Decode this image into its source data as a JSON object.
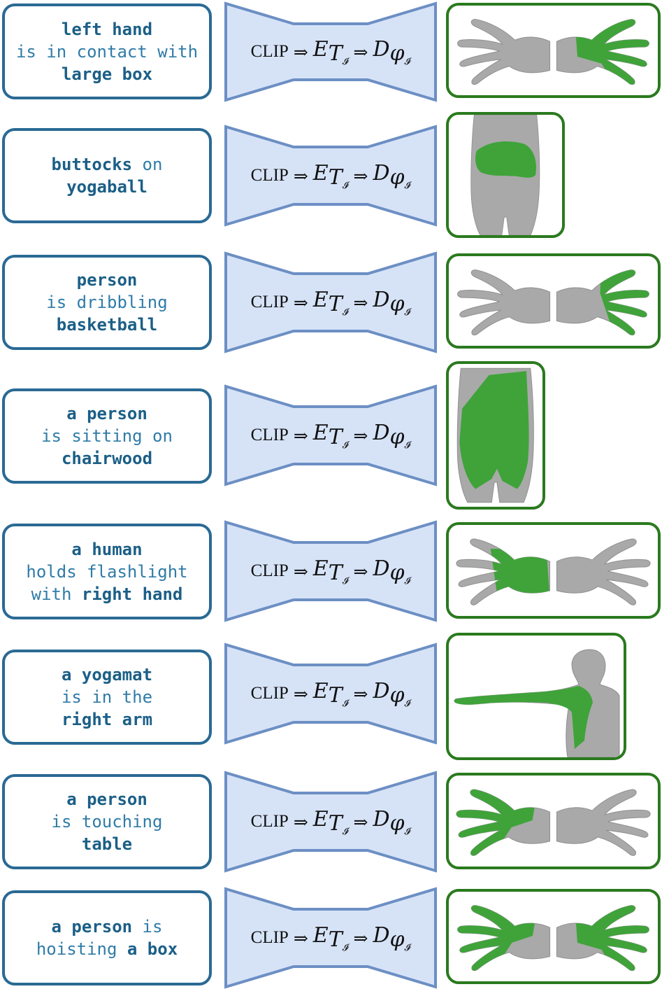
{
  "formula": {
    "clip": "CLIP",
    "arrow": "⇒",
    "encoder": "E",
    "encoder_sub": "T",
    "encoder_subsub": "𝓘",
    "decoder": "D",
    "decoder_sub": "φ",
    "decoder_subsub": "𝓘"
  },
  "rows": [
    {
      "lines": [
        [
          {
            "t": "left hand",
            "b": true
          }
        ],
        [
          {
            "t": "is in contact with",
            "b": false
          }
        ],
        [
          {
            "t": "large box",
            "b": true
          }
        ]
      ],
      "result": "hands"
    },
    {
      "lines": [
        [
          {
            "t": "buttocks",
            "b": true
          },
          {
            "t": " on",
            "b": false
          }
        ],
        [
          {
            "t": "yogaball",
            "b": true
          }
        ]
      ],
      "result": "back"
    },
    {
      "lines": [
        [
          {
            "t": "person",
            "b": true
          }
        ],
        [
          {
            "t": "is dribbling",
            "b": false
          }
        ],
        [
          {
            "t": "basketball",
            "b": true
          }
        ]
      ],
      "result": "hands"
    },
    {
      "lines": [
        [
          {
            "t": "a person",
            "b": true
          }
        ],
        [
          {
            "t": "is sitting on",
            "b": false
          }
        ],
        [
          {
            "t": "chairwood",
            "b": true
          }
        ]
      ],
      "result": "back"
    },
    {
      "lines": [
        [
          {
            "t": "a human",
            "b": true
          }
        ],
        [
          {
            "t": "holds flashlight",
            "b": false
          }
        ],
        [
          {
            "t": "with ",
            "b": false
          },
          {
            "t": "right hand",
            "b": true
          }
        ]
      ],
      "result": "hands"
    },
    {
      "lines": [
        [
          {
            "t": "a yogamat",
            "b": true
          }
        ],
        [
          {
            "t": "is in the",
            "b": false
          }
        ],
        [
          {
            "t": "right arm",
            "b": true
          }
        ]
      ],
      "result": "arm"
    },
    {
      "lines": [
        [
          {
            "t": "a person",
            "b": true
          }
        ],
        [
          {
            "t": "is touching",
            "b": false
          }
        ],
        [
          {
            "t": "table",
            "b": true
          }
        ]
      ],
      "result": "hands"
    },
    {
      "lines": [
        [
          {
            "t": "a person",
            "b": true
          },
          {
            "t": " is",
            "b": false
          }
        ],
        [
          {
            "t": "hoisting ",
            "b": false
          },
          {
            "t": "a box",
            "b": true
          }
        ]
      ],
      "result": "hands"
    }
  ]
}
